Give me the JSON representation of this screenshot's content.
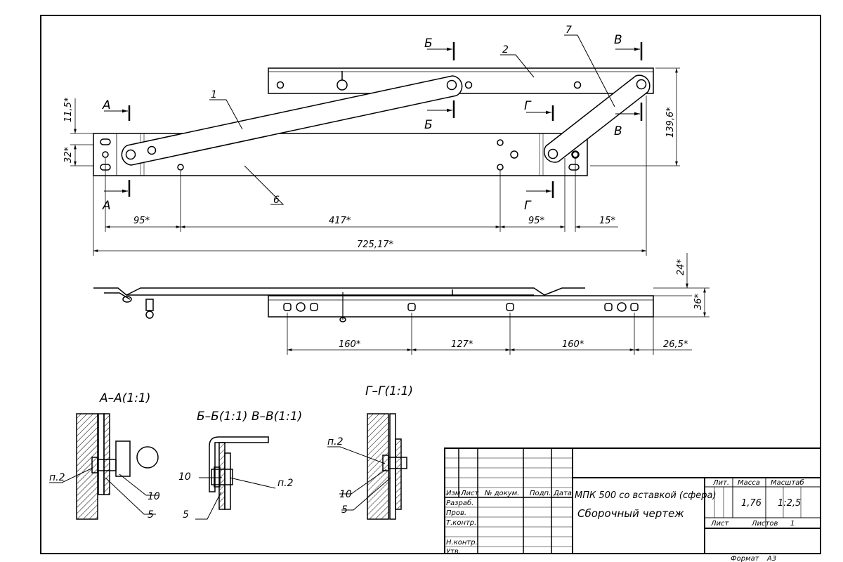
{
  "drawing": {
    "title_line1": "МПК 500 со вставкой (сфера)",
    "title_line2": "Сборочный чертеж",
    "format_label": "Формат",
    "format_value": "А3"
  },
  "title_block": {
    "col_headers": [
      "Изм.",
      "Лист",
      "№ докум.",
      "Подп.",
      "Дата"
    ],
    "row_labels": [
      "Разраб.",
      "Пров.",
      "Т.контр.",
      "Н.контр.",
      "Утв."
    ],
    "lit_label": "Лит.",
    "mass_label": "Масса",
    "scale_label": "Масштаб",
    "mass_value": "1,76",
    "scale_value": "1:2,5",
    "sheet_label": "Лист",
    "sheets_label": "Листов",
    "sheets_value": "1"
  },
  "top_view": {
    "part_1": "1",
    "part_2": "2",
    "part_6": "6",
    "part_7": "7",
    "cut_a": "А",
    "cut_b": "Б",
    "cut_v": "В",
    "cut_g": "Г",
    "dim_95_left": "95*",
    "dim_417": "417*",
    "dim_95_right": "95*",
    "dim_15": "15*",
    "dim_725": "725,17*",
    "dim_11_5": "11,5*",
    "dim_32": "32*",
    "dim_139_6": "139,6*"
  },
  "side_view": {
    "dim_160_left": "160*",
    "dim_127": "127*",
    "dim_160_right": "160*",
    "dim_26_5": "26,5*",
    "dim_24": "24*",
    "dim_36": "36*"
  },
  "sections": {
    "aa_title": "А–А(1:1)",
    "bb_vv_title": "Б–Б(1:1) В–В(1:1)",
    "gg_title": "Г–Г(1:1)",
    "aa_p2": "п.2",
    "aa_10": "10",
    "aa_5": "5",
    "bb_10": "10",
    "bb_p2": "п.2",
    "bb_5": "5",
    "gg_p2": "п.2",
    "gg_10": "10",
    "gg_5": "5"
  }
}
